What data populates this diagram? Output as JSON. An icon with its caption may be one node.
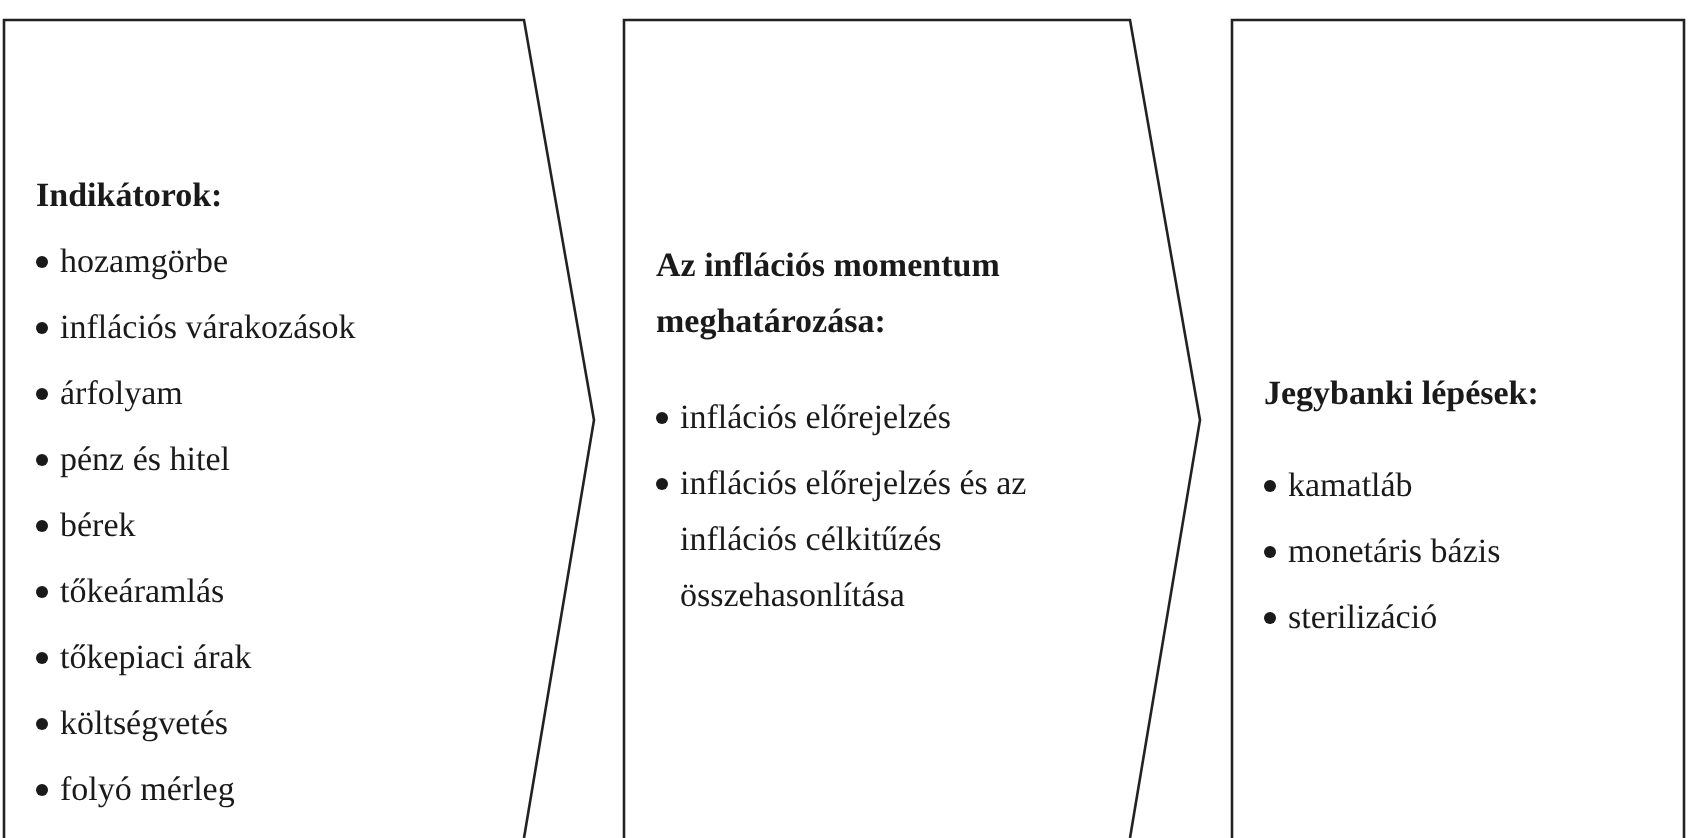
{
  "diagram": {
    "nodes": [
      {
        "text": [
          "Indikátorok:",
          "hozamgörbe",
          "inflációs várakozások",
          "árfolyam",
          "pénz és hitel",
          "bérek",
          "tőkeáramlás",
          "tőkepiaci árak",
          "költségvetés",
          "folyó mérleg"
        ]
      },
      {
        "text": [
          "Az inflációs momentum meghatározása:",
          "inflációs előrejelzés",
          "inflációs előrejelzés és az inflációs célkitűzés összehasonlítása"
        ]
      },
      {
        "text": [
          "Jegybanki lépések:",
          "kamatláb",
          "monetáris bázis",
          "sterilizáció"
        ]
      }
    ]
  }
}
